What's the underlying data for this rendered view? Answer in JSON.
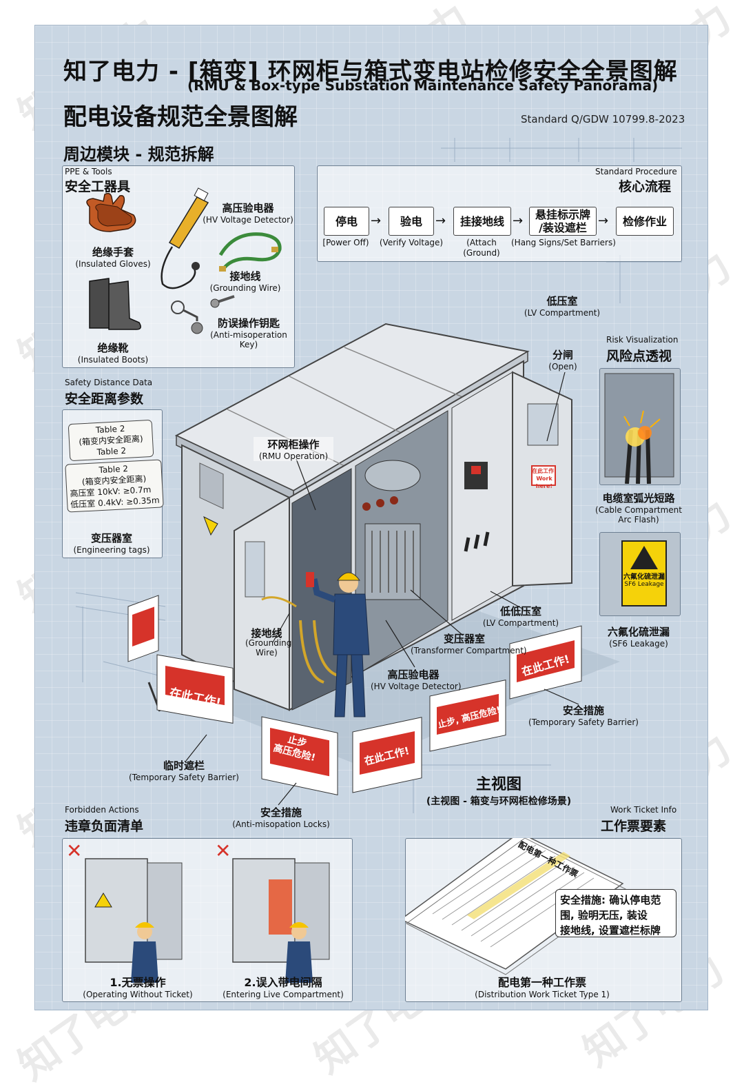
{
  "title": {
    "line1": "知了电力 - [箱变] 环网柜与箱式变电站检修安全全景图解",
    "line1_en": "(RMU & Box-type Substation Maintenance Safety Panorama)",
    "line2": "配电设备规范全景图解",
    "standard": "Standard Q/GDW 10799.8-2023"
  },
  "sections": {
    "peripheral": "周边模块 - 规范拆解"
  },
  "ppe": {
    "header_en": "PPE & Tools",
    "header_zh": "安全工器具",
    "gloves_zh": "绝缘手套",
    "gloves_en": "(Insulated Gloves)",
    "detector_zh": "高压验电器",
    "detector_en": "(HV Voltage Detector)",
    "ground_zh": "接地线",
    "ground_en": "(Grounding Wire)",
    "boots_zh": "绝缘靴",
    "boots_en": "(Insulated Boots)",
    "key_zh": "防误操作钥匙",
    "key_en1": "(Anti-misoperation",
    "key_en2": "Key)"
  },
  "procedure": {
    "header_en": "Standard Procedure",
    "header_zh": "核心流程",
    "arrow": "→",
    "steps": [
      {
        "zh": "停电",
        "en": "[Power Off)"
      },
      {
        "zh": "验电",
        "en": "(Verify Voltage)"
      },
      {
        "zh": "挂接地线",
        "en1": "(Attach",
        "en2": "(Ground)"
      },
      {
        "zh1": "悬挂标示牌",
        "zh2": "/装设遮栏",
        "en": "(Hang Signs/Set Barriers)"
      },
      {
        "zh": "检修作业"
      }
    ]
  },
  "distance": {
    "header_en": "Safety Distance Data",
    "header_zh": "安全距离参数",
    "tag1_l1": "Table 2",
    "tag1_l2": "(箱变内安全距离)",
    "tag1_l3": "Table 2",
    "tag2_l1": "Table 2",
    "tag2_l2": "(箱变内安全距离)",
    "tag2_l3": "高压室 10kV: ≥0.7m",
    "tag2_l4": "低压室 0.4kV: ≥0.35m",
    "caption_zh": "变压器室",
    "caption_en": "(Engineering tags)"
  },
  "risk": {
    "header_en": "Risk Visualization",
    "header_zh": "风险点透视",
    "arc_zh": "电缆室弧光短路",
    "arc_en1": "(Cable Compartment",
    "arc_en2": "Arc Flash)",
    "sf6_sign1": "六氟化硫泄漏",
    "sf6_sign2": "SF6 Leakage",
    "sf6_zh": "六氟化硫泄漏",
    "sf6_en": "(SF6 Leakage)"
  },
  "main_labels": {
    "lv_zh": "低压室",
    "lv_en": "(LV Compartment)",
    "open_zh": "分闸",
    "open_en": "(Open)",
    "rmu_zh": "环网柜操作",
    "rmu_en": "(RMU Operation)",
    "ground_zh": "接地线",
    "ground_en1": "(Grounding",
    "ground_en2": "Wire)",
    "lvlv_zh": "低低压室",
    "lvlv_en": "(LV Compartment)",
    "trans_zh": "变压器室",
    "trans_en": "(Transformer Compartment)",
    "det_zh": "高压验电器",
    "det_en": "(HV Voltage Detector)",
    "measure_zh": "安全措施",
    "measure_en": "(Temporary Safety Barrier)",
    "barrier_zh": "临时遮栏",
    "barrier_en": "(Temporary Safety Barrier)",
    "locks_zh": "安全措施",
    "locks_en": "(Anti-misopation Locks)",
    "main_zh": "主视图",
    "main_sub": "(主视图 - 箱变与环网柜检修场景)",
    "work_here": "在此工作!",
    "danger_l1": "止步",
    "danger_l2": "高压危险!",
    "danger_inline": "止步, 高压危险!",
    "door_sign1": "在此工作!",
    "door_sign2": "Work here!"
  },
  "forbidden": {
    "header_en": "Forbidden Actions",
    "header_zh": "违章负面清单",
    "mark": "✕",
    "item1_zh": "1.无票操作",
    "item1_en": "(Operating Without Ticket)",
    "item2_zh": "2.误入带电间隔",
    "item2_en": "(Entering Live Compartment)"
  },
  "ticket": {
    "header_en": "Work Ticket Info",
    "header_zh": "工作票要素",
    "doc_title": "配电第一种工作票",
    "callout_l1": "安全措施: 确认停电范",
    "callout_l2": "围, 验明无压, 装设",
    "callout_l3": "接地线, 设置遮栏标牌",
    "caption_zh": "配电第一种工作票",
    "caption_en": "(Distribution Work Ticket Type 1)"
  },
  "watermark": "知了电力",
  "colors": {
    "background": "#c9d6e3",
    "barrier_red": "#d6332a",
    "cabinet": "#d9dde2",
    "worker_blue": "#2b4a7a"
  }
}
